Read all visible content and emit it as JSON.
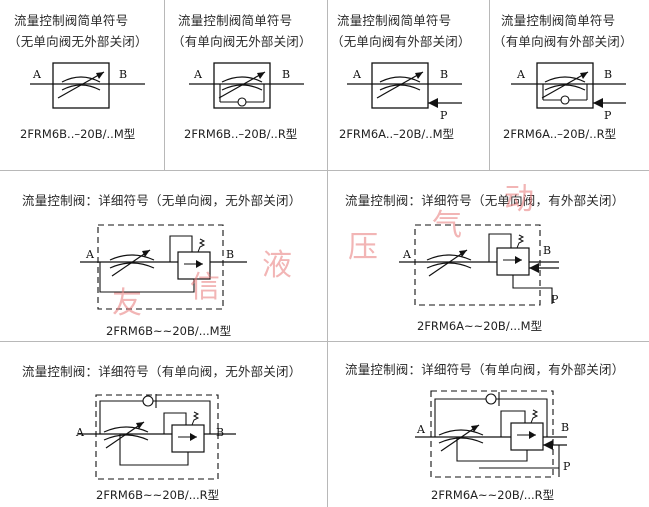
{
  "simple": [
    {
      "title": "流量控制阀简单符号",
      "subtitle": "（无单向阀无外部关闭）",
      "model": "2FRM6B..–20B/..M型",
      "a": "A",
      "b": "B",
      "p": "",
      "check": false,
      "ext": false
    },
    {
      "title": "流量控制阀简单符号",
      "subtitle": "（有单向阀无外部关闭）",
      "model": "2FRM6B..–20B/..R型",
      "a": "A",
      "b": "B",
      "p": "",
      "check": true,
      "ext": false
    },
    {
      "title": "流量控制阀简单符号",
      "subtitle": "（无单向阀有外部关闭）",
      "model": "2FRM6A..–20B/..M型",
      "a": "A",
      "b": "B",
      "p": "P",
      "check": false,
      "ext": true
    },
    {
      "title": "流量控制阀简单符号",
      "subtitle": "（有单向阀有外部关闭）",
      "model": "2FRM6A..–20B/..R型",
      "a": "A",
      "b": "B",
      "p": "P",
      "check": true,
      "ext": true
    }
  ],
  "detail": [
    {
      "title": "流量控制阀：详细符号（无单向阀，无外部关闭）",
      "model": "2FRM6B~~20B/...M型",
      "a": "A",
      "b": "B",
      "p": ""
    },
    {
      "title": "流量控制阀：详细符号（无单向阀，有外部关闭）",
      "model": "2FRM6A~~20B/...M型",
      "a": "A",
      "b": "B",
      "p": "P"
    },
    {
      "title": "流量控制阀：详细符号（有单向阀，无外部关闭）",
      "model": "2FRM6B~~20B/...R型",
      "a": "A",
      "b": "B",
      "p": ""
    },
    {
      "title": "流量控制阀：详细符号（有单向阀，有外部关闭）",
      "model": "2FRM6A~~20B/...R型",
      "a": "A",
      "b": "B",
      "p": "P"
    }
  ],
  "watermark": [
    "友",
    "信",
    "液",
    "压",
    "气",
    "动"
  ],
  "colors": {
    "line": "#111111",
    "divider": "#b8b8b8",
    "watermark": "#e87878"
  }
}
